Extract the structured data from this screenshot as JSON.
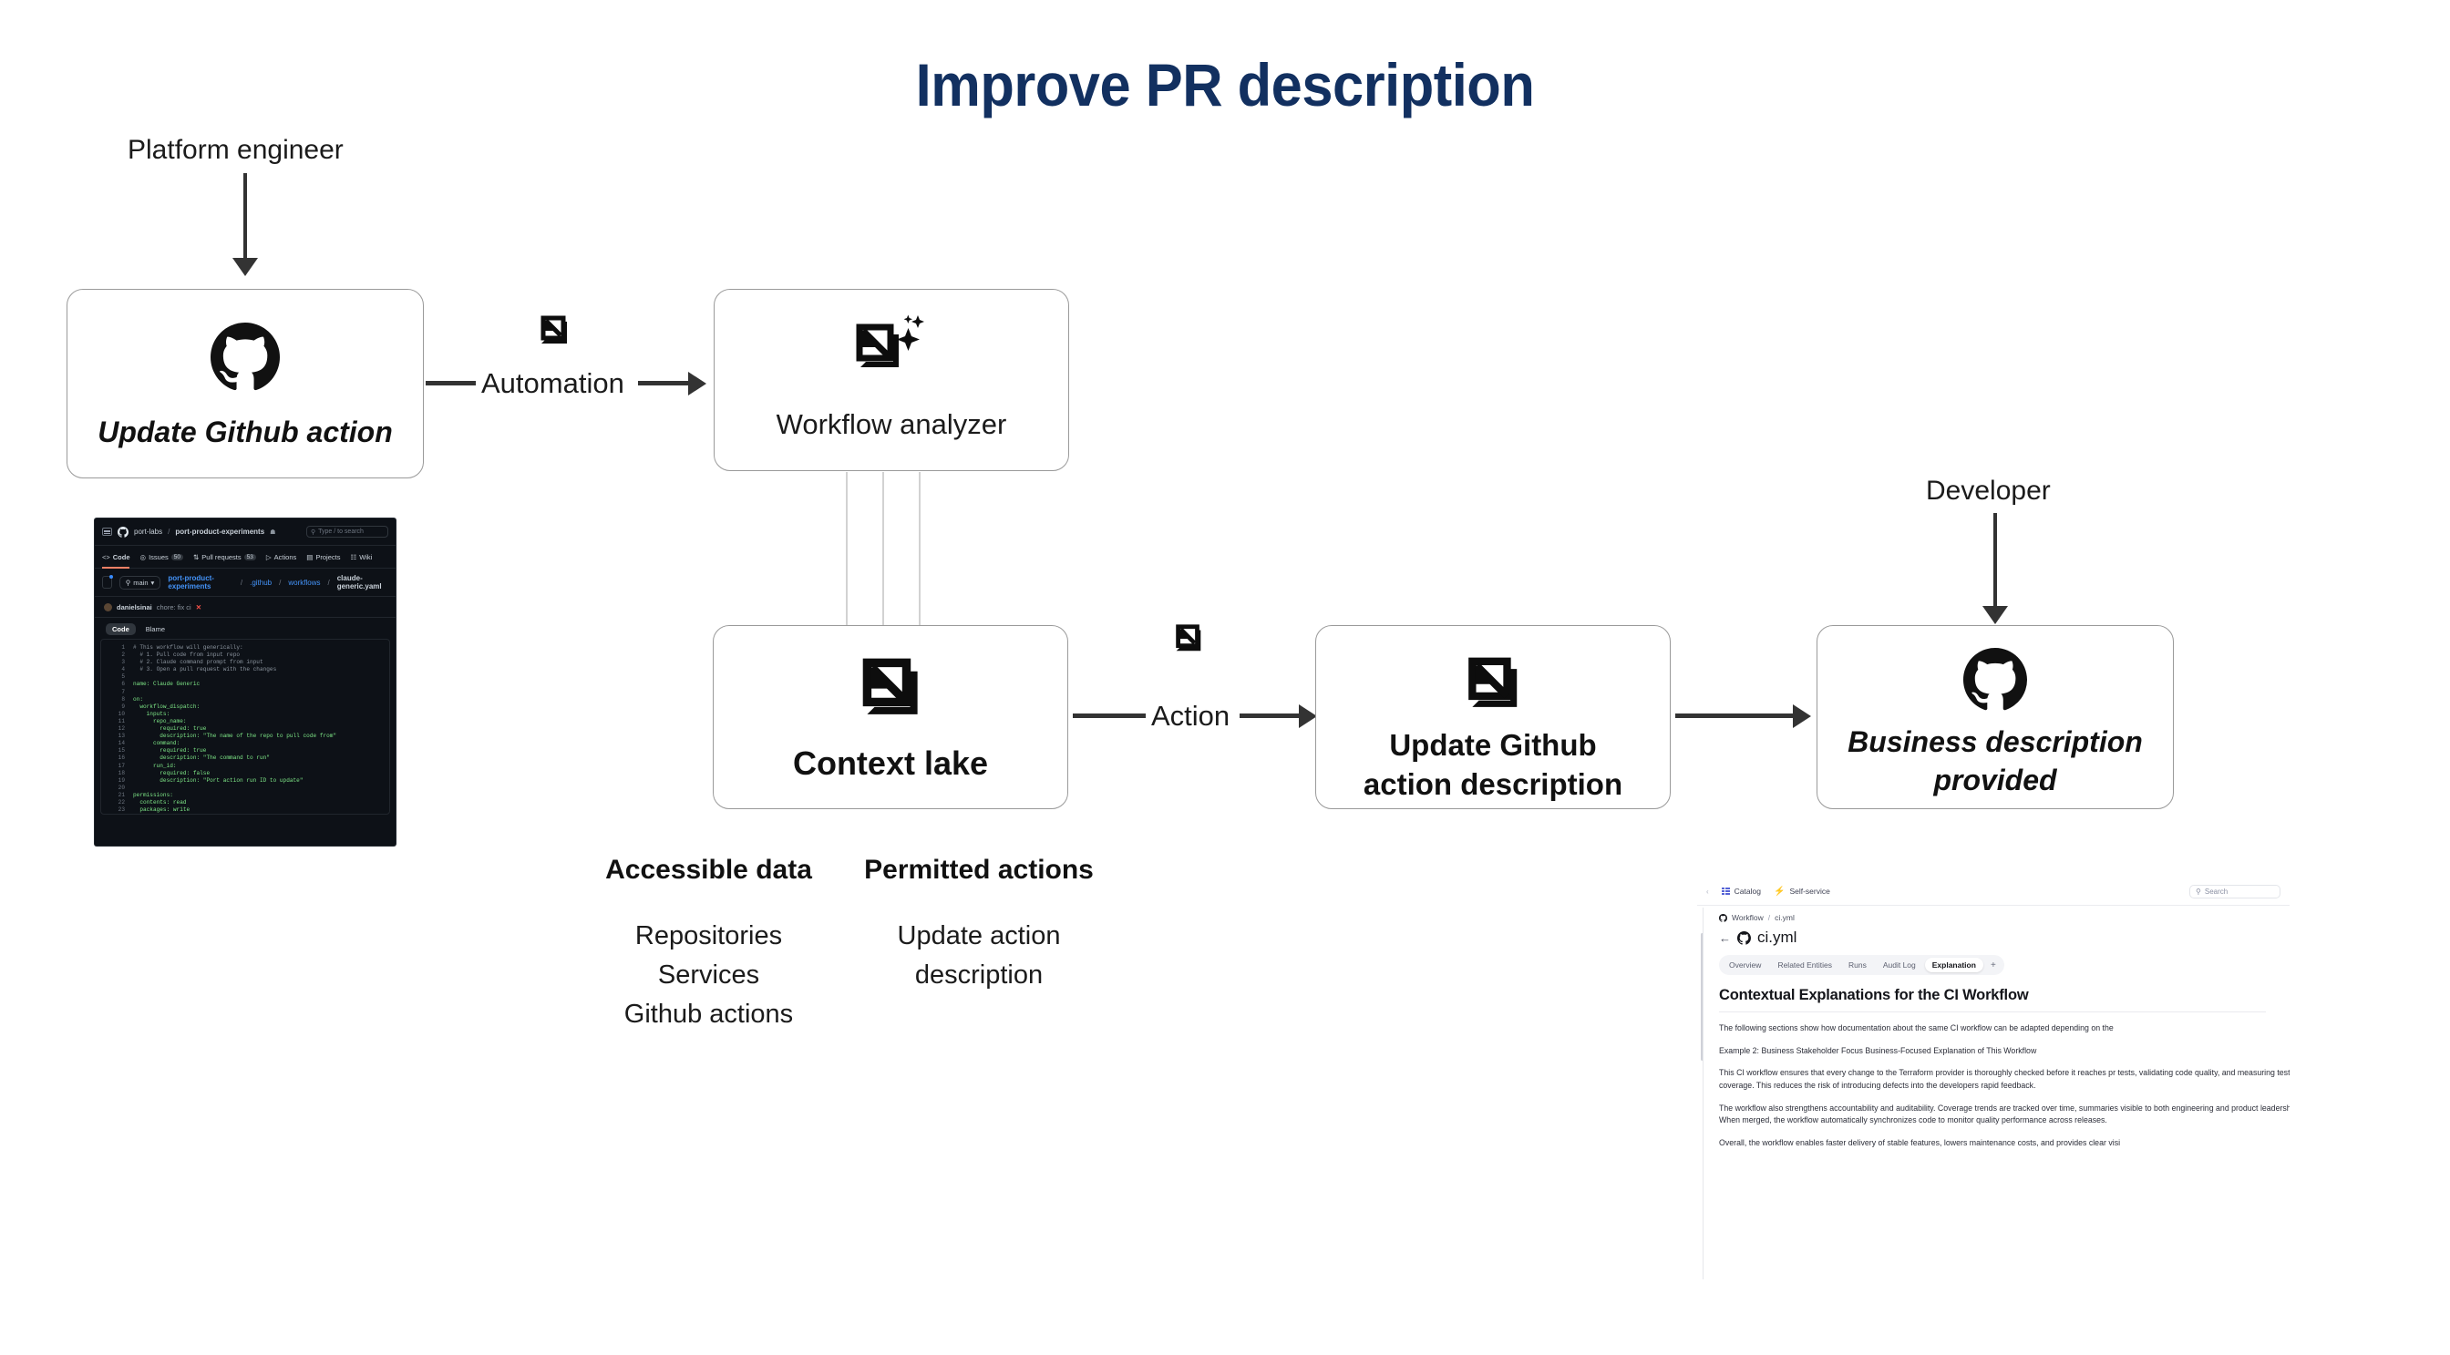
{
  "title": "Improve PR description",
  "title_color": "#123060",
  "actors": {
    "platform_engineer": "Platform engineer",
    "developer": "Developer"
  },
  "edges": {
    "automation": "Automation",
    "action": "Action"
  },
  "nodes": {
    "update_github_action": {
      "label": "Update Github action",
      "icon": "github-icon"
    },
    "workflow_analyzer": {
      "label": "Workflow analyzer",
      "icon": "port-sparkle-icon"
    },
    "context_lake": {
      "label": "Context lake",
      "icon": "port-icon"
    },
    "update_github_action_description": {
      "label": "Update Github action description",
      "icon": "port-icon"
    },
    "business_description_provided": {
      "label": "Business description provided",
      "icon": "github-icon"
    }
  },
  "columns": [
    {
      "heading": "Accessible data",
      "items": [
        "Repositories",
        "Services",
        "Github actions"
      ]
    },
    {
      "heading": "Permitted actions",
      "items": [
        "Update action description"
      ]
    }
  ],
  "github_screenshot": {
    "org": "port-labs",
    "separator": "/",
    "repo": "port-product-experiments",
    "search_placeholder": "Type / to search",
    "nav": [
      {
        "label": "Code",
        "count": ""
      },
      {
        "label": "Issues",
        "count": "50"
      },
      {
        "label": "Pull requests",
        "count": "53"
      },
      {
        "label": "Actions",
        "count": ""
      },
      {
        "label": "Projects",
        "count": ""
      },
      {
        "label": "Wiki",
        "count": ""
      }
    ],
    "branch": "main",
    "path_repo": "port-product-experiments",
    "path_parts": [
      ".github",
      "workflows"
    ],
    "path_file": "claude-generic.yaml",
    "commit_author": "danielsinai",
    "commit_message": "chore: fix ci",
    "commit_status": "✕",
    "file_tabs": [
      "Code",
      "Blame"
    ],
    "file_tab_active": "Code",
    "code_lines": [
      {
        "n": "1",
        "text": "# This workflow will generically:",
        "cls": "c-com"
      },
      {
        "n": "2",
        "text": "  # 1. Pull code from input repo",
        "cls": "c-com"
      },
      {
        "n": "3",
        "text": "  # 2. Claude command prompt from input",
        "cls": "c-com"
      },
      {
        "n": "4",
        "text": "  # 3. Open a pull request with the changes",
        "cls": "c-com"
      },
      {
        "n": "5",
        "text": "",
        "cls": "c-com"
      },
      {
        "n": "6",
        "text": "name: Claude Generic",
        "cls": "c-key"
      },
      {
        "n": "7",
        "text": "",
        "cls": "c-key"
      },
      {
        "n": "8",
        "text": "on:",
        "cls": "c-key"
      },
      {
        "n": "9",
        "text": "  workflow_dispatch:",
        "cls": "c-key"
      },
      {
        "n": "10",
        "text": "    inputs:",
        "cls": "c-key"
      },
      {
        "n": "11",
        "text": "      repo_name:",
        "cls": "c-key"
      },
      {
        "n": "12",
        "text": "        required: true",
        "cls": "c-key"
      },
      {
        "n": "13",
        "text": "        description: \"The name of the repo to pull code from\"",
        "cls": "c-key"
      },
      {
        "n": "14",
        "text": "      command:",
        "cls": "c-key"
      },
      {
        "n": "15",
        "text": "        required: true",
        "cls": "c-key"
      },
      {
        "n": "16",
        "text": "        description: \"The command to run\"",
        "cls": "c-key"
      },
      {
        "n": "17",
        "text": "      run_id:",
        "cls": "c-key"
      },
      {
        "n": "18",
        "text": "        required: false",
        "cls": "c-key"
      },
      {
        "n": "19",
        "text": "        description: \"Port action run ID to update\"",
        "cls": "c-key"
      },
      {
        "n": "20",
        "text": "",
        "cls": "c-key"
      },
      {
        "n": "21",
        "text": "permissions:",
        "cls": "c-key"
      },
      {
        "n": "22",
        "text": "  contents: read",
        "cls": "c-key"
      },
      {
        "n": "23",
        "text": "  packages: write",
        "cls": "c-key"
      }
    ]
  },
  "port_screenshot": {
    "top_nav": [
      "Catalog",
      "Self-service"
    ],
    "search_placeholder": "Search",
    "breadcrumb_parent": "Workflow",
    "breadcrumb_sep": "/",
    "breadcrumb_current": "ci.yml",
    "entity_title": "ci.yml",
    "back_icon": "←",
    "tabs": [
      "Overview",
      "Related Entities",
      "Runs",
      "Audit Log",
      "Explanation"
    ],
    "tab_active": "Explanation",
    "add_tab": "+",
    "heading": "Contextual Explanations for the CI Workflow",
    "paragraphs": [
      "The following sections show how documentation about the same CI workflow can be adapted depending on the",
      "Example 2: Business Stakeholder Focus Business-Focused Explanation of This Workflow",
      "This CI workflow ensures that every change to the Terraform provider is thoroughly checked before it reaches pr tests, validating code quality, and measuring test coverage. This reduces the risk of introducing defects into the developers rapid feedback.",
      "The workflow also strengthens accountability and auditability. Coverage trends are tracked over time, summaries visible to both engineering and product leadership. When merged, the workflow automatically synchronizes code to monitor quality performance across releases.",
      "Overall, the workflow enables faster delivery of stable features, lowers maintenance costs, and provides clear visi"
    ]
  }
}
